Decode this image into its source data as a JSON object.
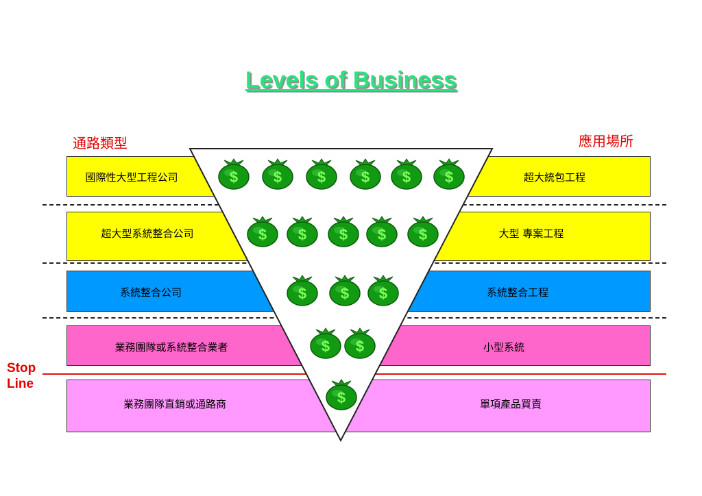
{
  "title": "Levels of Business",
  "left_heading": "通路類型",
  "right_heading": "應用場所",
  "stop_label": [
    "Stop",
    "Line"
  ],
  "levels": [
    {
      "channel": "國際性大型工程公司",
      "application": "超大統包工程",
      "color": "#ffff00",
      "money_bags": 6
    },
    {
      "channel": "超大型系統整合公司",
      "application": "大型 專案工程",
      "color": "#ffff00",
      "money_bags": 5
    },
    {
      "channel": "系統整合公司",
      "application": "系統整合工程",
      "color": "#0099ff",
      "money_bags": 3
    },
    {
      "channel": "業務團隊或系統整合業者",
      "application": "小型系統",
      "color": "#ff66cc",
      "money_bags": 2
    },
    {
      "channel": "業務團隊直銷或通路商",
      "application": "單項產品買賣",
      "color": "#ff99ff",
      "money_bags": 1
    }
  ],
  "money_symbol": "$",
  "icon": "money-bag-icon"
}
